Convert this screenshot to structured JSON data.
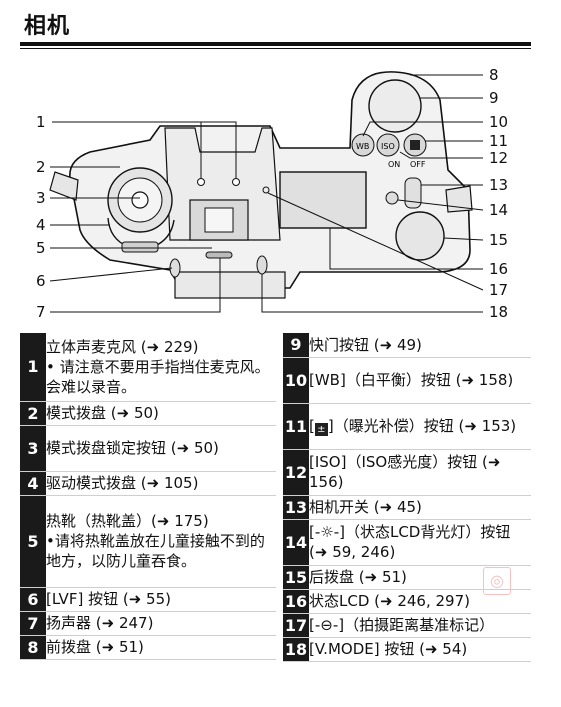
{
  "page": {
    "title": "相机"
  },
  "callouts": [
    "1",
    "2",
    "3",
    "4",
    "5",
    "6",
    "7",
    "8",
    "9",
    "10",
    "11",
    "12",
    "13",
    "14",
    "15",
    "16",
    "17",
    "18"
  ],
  "camera_labels": {
    "on": "ON",
    "off": "OFF",
    "wb": "WB",
    "iso": "ISO"
  },
  "left_items": [
    {
      "num": "1",
      "text": "立体声麦克风 (➜ 229)",
      "note": "• 请注意不要用手指挡住麦克风。会难以录音。"
    },
    {
      "num": "2",
      "text": "模式拨盘 (➜ 50)"
    },
    {
      "num": "3",
      "text": "模式拨盘锁定按钮 (➜ 50)"
    },
    {
      "num": "4",
      "text": "驱动模式拨盘 (➜ 105)"
    },
    {
      "num": "5",
      "text": "热靴（热靴盖）(➜ 175)",
      "note": "•请将热靴盖放在儿童接触不到的地方，以防儿童吞食。"
    },
    {
      "num": "6",
      "text": "[LVF] 按钮 (➜ 55)"
    },
    {
      "num": "7",
      "text": "扬声器 (➜ 247)"
    },
    {
      "num": "8",
      "text": "前拨盘 (➜ 51)"
    }
  ],
  "right_items": [
    {
      "num": "9",
      "text": "快门按钮 (➜ 49)"
    },
    {
      "num": "10",
      "text": "[WB]（白平衡）按钮 (➜ 158)"
    },
    {
      "num": "11",
      "pre": "[",
      "icon": "exposure-icon",
      "text": "]（曝光补偿）按钮 (➜ 153)"
    },
    {
      "num": "12",
      "text": "[ISO]（ISO感光度）按钮 (➜ 156)"
    },
    {
      "num": "13",
      "text": "相机开关 (➜ 45)"
    },
    {
      "num": "14",
      "text": "[-☼-]（状态LCD背光灯）按钮 (➜ 59, 246)"
    },
    {
      "num": "15",
      "text": "后拨盘 (➜ 51)"
    },
    {
      "num": "16",
      "text": "状态LCD (➜ 246, 297)"
    },
    {
      "num": "17",
      "text": "[-⊖-]（拍摄距离基准标记）"
    },
    {
      "num": "18",
      "text": "[V.MODE] 按钮 (➜ 54)"
    }
  ]
}
